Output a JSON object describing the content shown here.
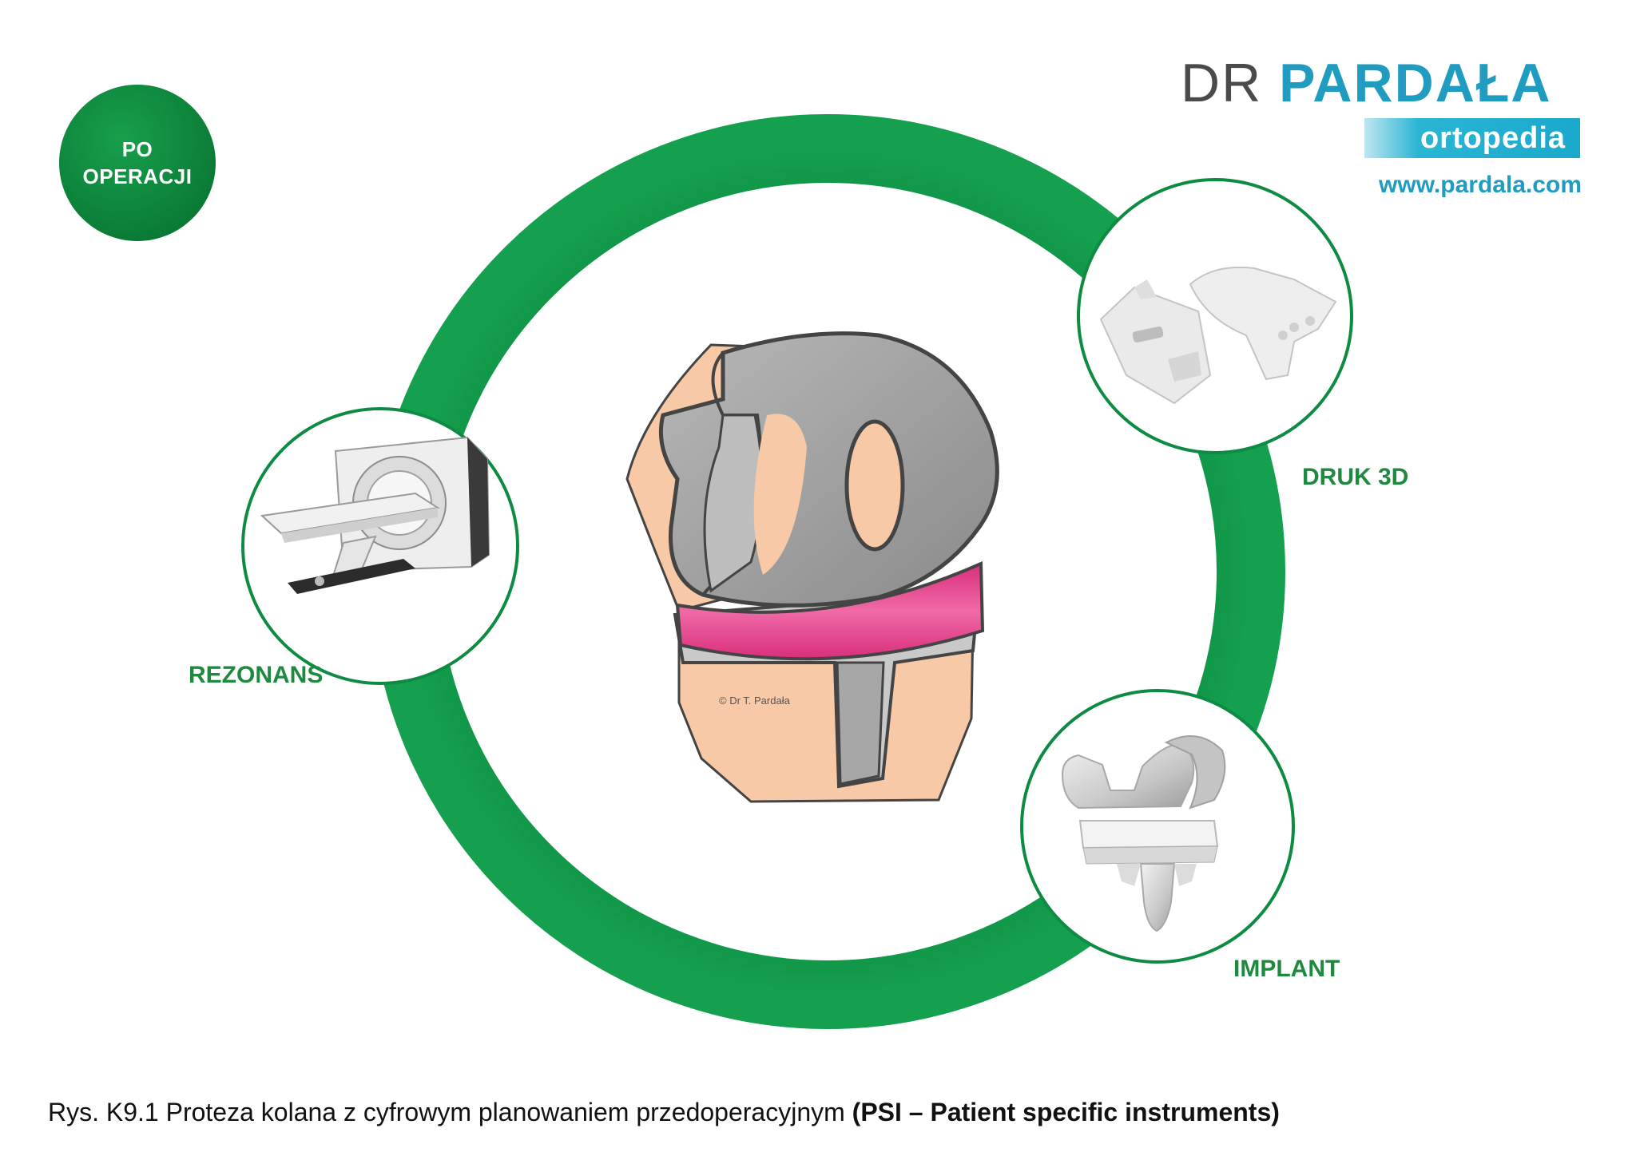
{
  "badge": {
    "line1": "PO",
    "line2": "OPERACJI"
  },
  "logo": {
    "prefix": "DR",
    "name": "PARDAŁA",
    "subtitle": "ortopedia",
    "url": "www.pardala.com"
  },
  "labels": {
    "rezonans": "REZONANS",
    "druk": "DRUK 3D",
    "implant": "IMPLANT"
  },
  "illustration": {
    "copyright": "© Dr T. Pardała"
  },
  "caption": {
    "text": "Rys. K9.1 Proteza kolana z cyfrowym planowaniem przedoperacyjnym ",
    "bold": "(PSI – Patient specific instruments)"
  },
  "colors": {
    "ring": "#0f8f45",
    "brand": "#1f9cc0",
    "label": "#1d8a3f",
    "band": "#e43f8e",
    "skin": "#f7c9a6",
    "guide": "#9a9a9a"
  },
  "icons": [
    "ring-diagram",
    "ct-scanner-image",
    "3d-printed-guide-image",
    "knee-implant-image",
    "knee-illustration"
  ]
}
